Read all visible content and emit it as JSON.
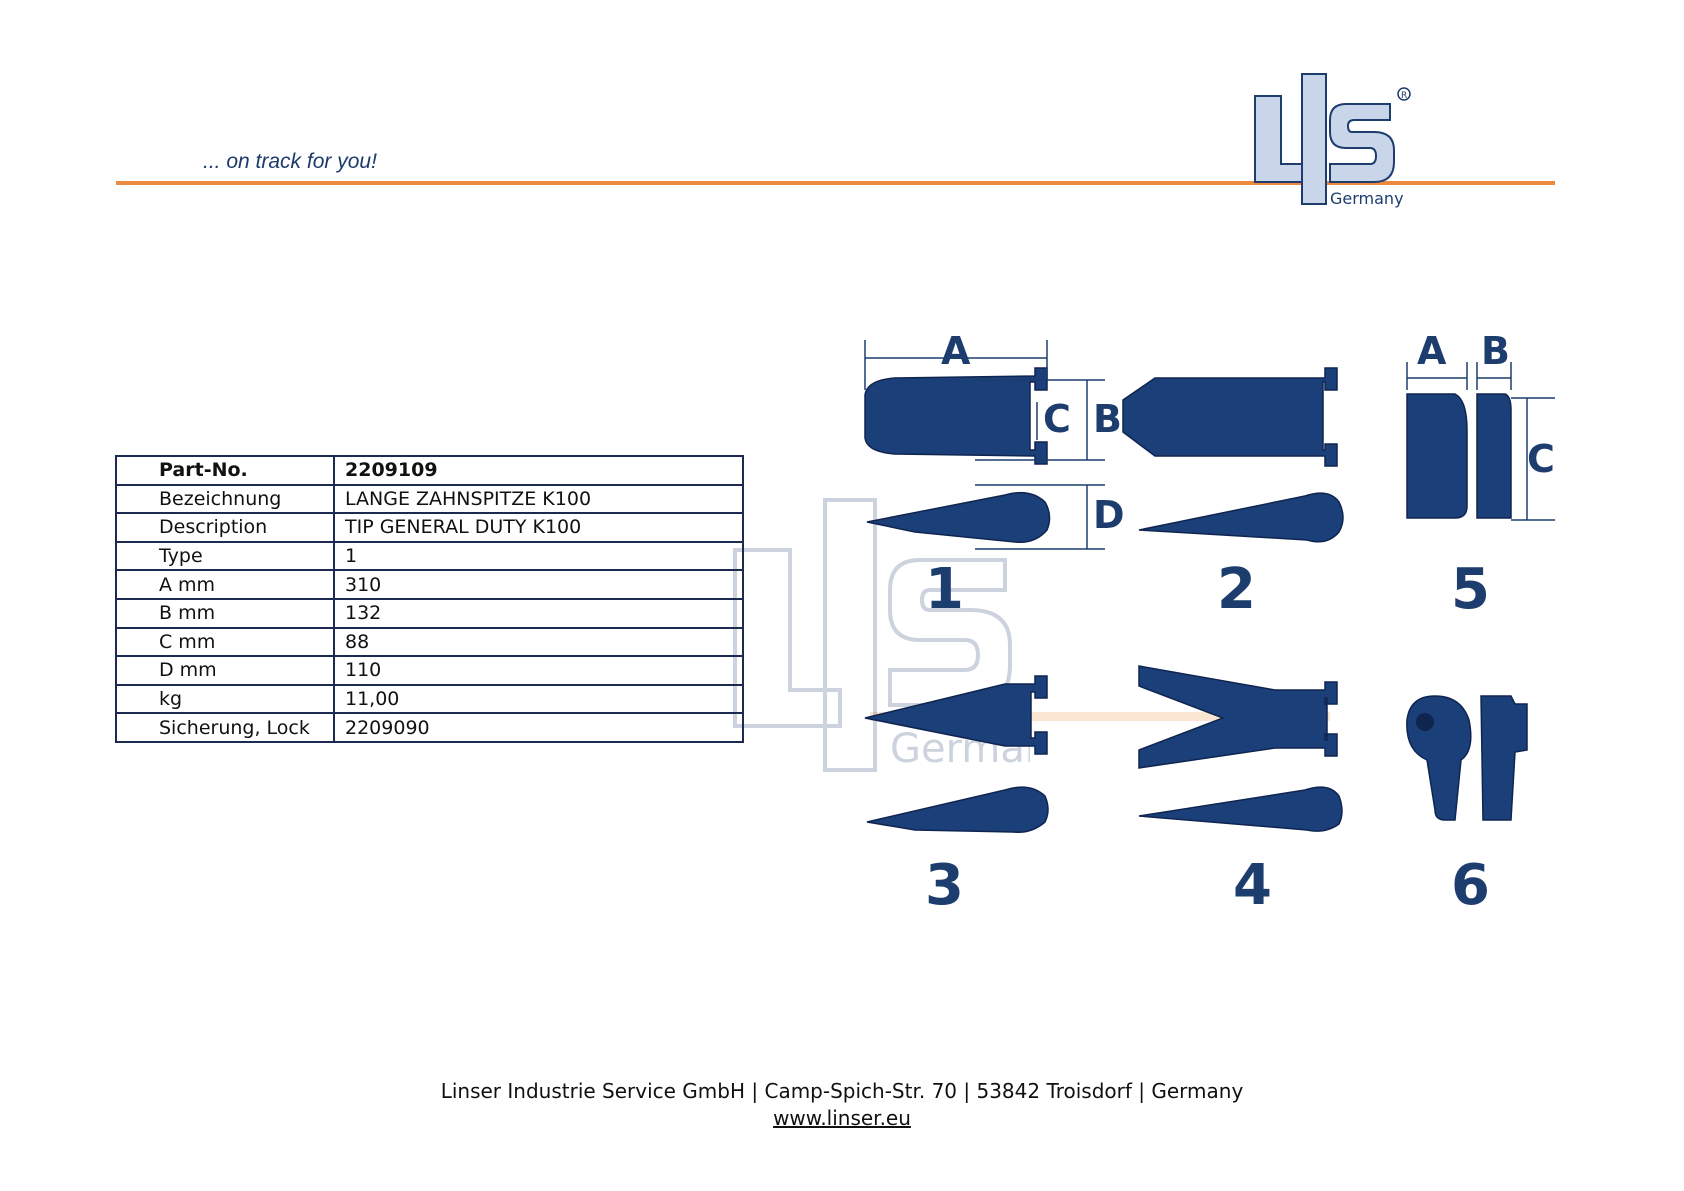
{
  "header": {
    "slogan": "... on track for you!",
    "logo": {
      "letters": "LIS",
      "registered": "®",
      "subtext": "Germany"
    }
  },
  "specs": {
    "rows": [
      {
        "key": "Part-No.",
        "value": "2209109"
      },
      {
        "key": "Bezeichnung",
        "value": "LANGE ZAHNSPITZE K100"
      },
      {
        "key": "Description",
        "value": "TIP GENERAL DUTY K100"
      },
      {
        "key": "Type",
        "value": "1"
      },
      {
        "key": "A mm",
        "value": "310"
      },
      {
        "key": "B mm",
        "value": "132"
      },
      {
        "key": "C mm",
        "value": "88"
      },
      {
        "key": "D mm",
        "value": "110"
      },
      {
        "key": "kg",
        "value": "11,00"
      },
      {
        "key": "Sicherung, Lock",
        "value": "2209090"
      }
    ]
  },
  "diagram": {
    "dimension_labels": {
      "a": "A",
      "b": "B",
      "c": "C",
      "d": "D"
    },
    "type_numbers": [
      "1",
      "2",
      "3",
      "4",
      "5",
      "6"
    ]
  },
  "footer": {
    "address": "Linser Industrie Service GmbH | Camp-Spich-Str. 70 | 53842 Troisdorf | Germany",
    "website": "www.linser.eu"
  },
  "colors": {
    "accent_orange": "#ec8a3f",
    "brand_navy": "#1c3d6e",
    "part_blue": "#1b3f78",
    "logo_light": "#c9d6ea"
  }
}
